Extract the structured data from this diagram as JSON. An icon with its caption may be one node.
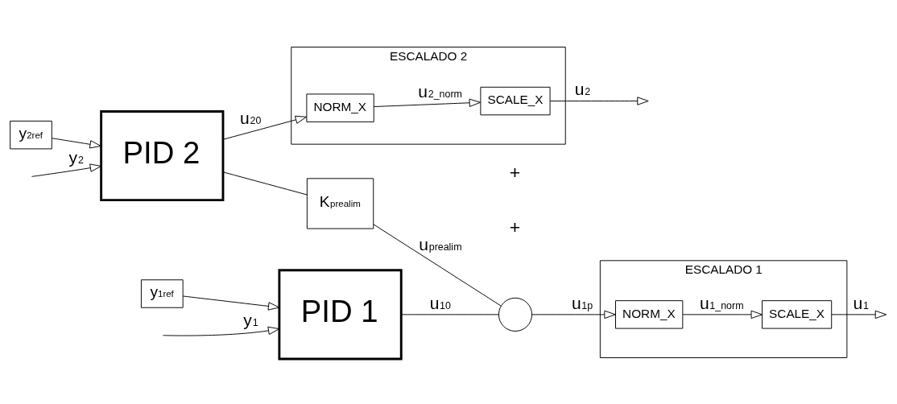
{
  "diagram": {
    "nodes": [
      {
        "text": [
          "y$_{1ref}$"
        ]
      },
      {
        "text": [
          "PID 1"
        ]
      },
      {
        "text": [],
        "shape": "circle"
      },
      {
        "text": [
          "ESCALADO 1"
        ]
      },
      {
        "text": [
          "NORM_X"
        ],
        "in": 3
      },
      {
        "text": [
          "SCALE_X"
        ],
        "in": 3
      },
      {
        "text": [
          "K$_{prealim}$"
        ]
      },
      {
        "text": [
          "y$_{2ref}$"
        ]
      },
      {
        "text": [
          "PID 2"
        ]
      },
      {
        "text": [
          "ESCALADO 2"
        ]
      },
      {
        "text": [
          "NORM_X"
        ],
        "in": 9
      },
      {
        "text": [
          "SCALE_X"
        ],
        "in": 9
      }
    ],
    "edges": [
      {
        "from": 0,
        "to": 1,
        "arrow": "to"
      },
      {
        "from": null,
        "to": 1,
        "arrow": "to",
        "label": "y$_{1}$"
      },
      {
        "from": 1,
        "to": 2,
        "arrow": "none",
        "label": "u$_{10}$"
      },
      {
        "from": 6,
        "to": 2,
        "arrow": "none",
        "label": "u$_{prealim}$"
      },
      {
        "from": 2,
        "to": 4,
        "arrow": "to",
        "label": "u$_{1p}$"
      },
      {
        "from": 4,
        "to": 5,
        "arrow": "to",
        "label": "u$_{1_norm}$"
      },
      {
        "from": 5,
        "to": null,
        "arrow": "to",
        "label": "u$_{1}$"
      },
      {
        "from": 7,
        "to": 8,
        "arrow": "to"
      },
      {
        "from": null,
        "to": 8,
        "arrow": "to",
        "label": "y$_{2}$"
      },
      {
        "from": 8,
        "to": 6,
        "arrow": "none"
      },
      {
        "from": 8,
        "to": 10,
        "arrow": "to",
        "label": "u$_{20}$"
      },
      {
        "from": 10,
        "to": 11,
        "arrow": "to",
        "label": "u$_{2_norm}$"
      },
      {
        "from": 11,
        "to": null,
        "arrow": "to",
        "label": "u$_{2}$"
      }
    ],
    "labels": [
      "+",
      "+"
    ]
  }
}
